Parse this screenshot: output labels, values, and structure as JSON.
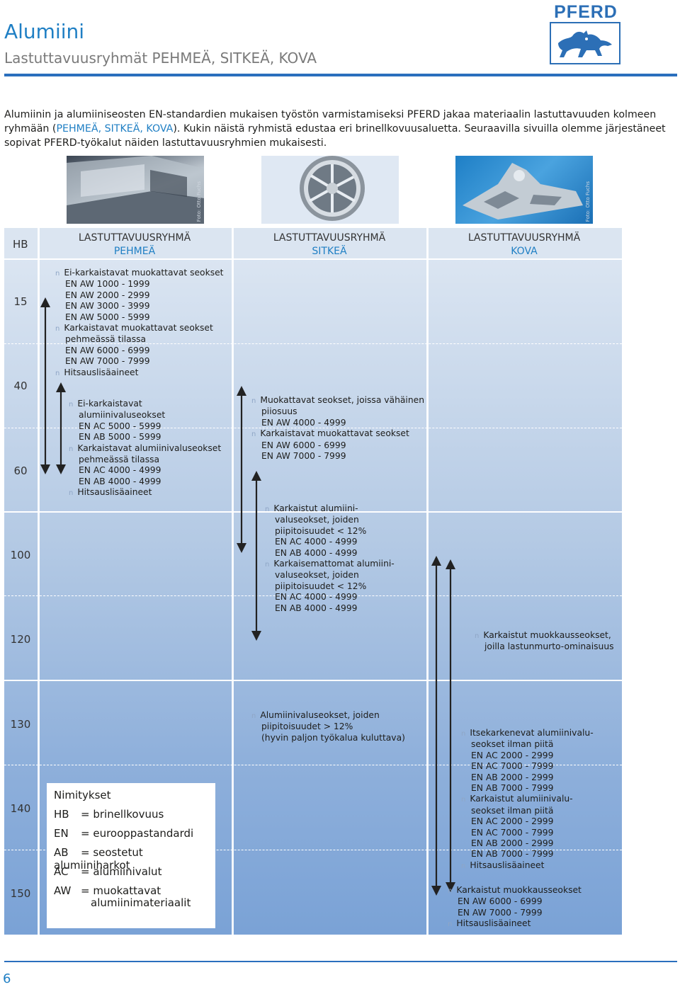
{
  "header": {
    "title": "Alumiini",
    "subtitle": "Lastuttavuusryhmät PEHMEÄ, SITKEÄ, KOVA",
    "logo_text": "PFERD"
  },
  "intro": {
    "part1": "Alumiinin ja alumiiniseosten EN-standardien mukaisen työstön varmistamiseksi PFERD jakaa materiaalin lastuttavuuden kolmeen ryhmään (",
    "groups": "PEHMEÄ, SITKEÄ, KOVA",
    "part2": "). Kukin näistä ryhmistä edustaa eri brinellkovuusaluetta. Seuraavilla sivuilla olemme järjestäneet sopivat PFERD-työkalut näiden lastuttavuusryhmien mukaisesti."
  },
  "photos": {
    "credit1": "Foto: Otto Fuchs",
    "credit3": "Foto: Otto Fuchs"
  },
  "table": {
    "hb_label": "HB",
    "col_label": "LASTUTTAVUUSRYHMÄ",
    "groups": [
      "PEHMEÄ",
      "SITKEÄ",
      "KOVA"
    ],
    "hb_values": [
      "15",
      "40",
      "60",
      "100",
      "120",
      "130",
      "140",
      "150"
    ]
  },
  "pehmea": {
    "a1": "Ei-karkaistavat muokattavat seokset",
    "a2": "EN AW 1000 - 1999",
    "a3": "EN AW 2000 - 2999",
    "a4": "EN AW 3000 - 3999",
    "a5": "EN AW 5000 - 5999",
    "a6": "Karkaistavat muokattavat seokset",
    "a7": "pehmeässä tilassa",
    "a8": "EN AW 6000 - 6999",
    "a9": "EN AW 7000 - 7999",
    "a10": "Hitsauslisäaineet",
    "b1": "Ei-karkaistavat",
    "b2": "alumiinivaluseokset",
    "b3": "EN AC 5000 - 5999",
    "b4": "EN AB 5000 - 5999",
    "b5": "Karkaistavat alumiinivaluseokset",
    "b6": "pehmeässä tilassa",
    "b7": "EN AC 4000 - 4999",
    "b8": "EN AB 4000 - 4999",
    "b9": "Hitsauslisäaineet"
  },
  "sitkea": {
    "a1": "Muokattavat seokset, joissa vähäinen",
    "a2": "piiosuus",
    "a3": "EN AW 4000 - 4999",
    "a4": "Karkaistavat muokattavat seokset",
    "a5": "EN AW 6000 - 6999",
    "a6": "EN AW 7000 - 7999",
    "b1": "Karkaistut alumiini-",
    "b2": "valuseokset, joiden",
    "b3": "piipitoisuudet < 12%",
    "b4": "EN AC 4000 - 4999",
    "b5": "EN AB 4000 - 4999",
    "b6": "Karkaisemattomat alumiini-",
    "b7": "valuseokset, joiden",
    "b8": "piipitoisuudet < 12%",
    "b9": "EN AC 4000 - 4999",
    "b10": "EN AB 4000 - 4999",
    "c1": "Alumiinivaluseokset, joiden",
    "c2": "piipitoisuudet > 12%",
    "c3": "(hyvin paljon työkalua kuluttava)"
  },
  "kova": {
    "a1": "Karkaistut muokkausseokset,",
    "a2": "joilla lastunmurto-ominaisuus",
    "b1": "Itsekarkenevat alumiinivalu-",
    "b2": "seokset ilman piitä",
    "b3": "EN AC 2000 - 2999",
    "b4": "EN AC 7000 - 7999",
    "b5": "EN AB 2000 - 2999",
    "b6": "EN AB 7000 - 7999",
    "b7": "Karkaistut alumiinivalu-",
    "b8": "seokset ilman piitä",
    "b9": "EN AC 2000 - 2999",
    "b10": "EN AC 7000 - 7999",
    "b11": "EN AB 2000 - 2999",
    "b12": "EN AB 7000 - 7999",
    "b13": "Hitsauslisäaineet",
    "c1": "Karkaistut muokkausseokset",
    "c2": "EN AW 6000 - 6999",
    "c3": "EN AW 7000 - 7999",
    "c4": "Hitsauslisäaineet"
  },
  "legend": {
    "title": "Nimitykset",
    "items": [
      {
        "key": "HB",
        "value": "= brinellkovuus"
      },
      {
        "key": "EN",
        "value": "= eurooppastandardi"
      },
      {
        "key": "AB",
        "value": "= seostetut alumiiniharkot"
      },
      {
        "key": "AC",
        "value": "= alumiinivalut"
      },
      {
        "key": "AW",
        "value": "= muokattavat",
        "value2": "alumiinimateriaalit"
      }
    ]
  },
  "footer": {
    "page_number": "6"
  },
  "bullet": "n"
}
